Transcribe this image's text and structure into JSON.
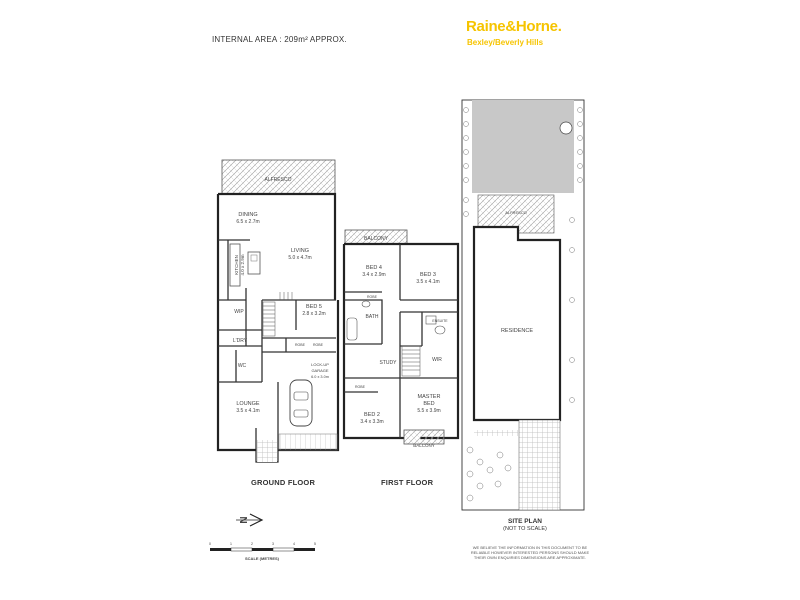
{
  "header": {
    "internal_area": "INTERNAL AREA : 209m² APPROX."
  },
  "brand": {
    "name": "Raine&Horne.",
    "office": "Bexley/Beverly Hills",
    "color": "#f6c400"
  },
  "floors": {
    "ground": {
      "label": "GROUND FLOOR",
      "rooms": {
        "alfresco": "ALFRESCO",
        "dining": "DINING",
        "dining_size": "6.5 x 2.7m",
        "kitchen": "KITCHEN",
        "kitchen_size": "4.0 x 2.9m",
        "living": "LIVING",
        "living_size": "5.0 x 4.7m",
        "bed5": "BED 5",
        "bed5_size": "2.8 x 3.2m",
        "wip": "WIP",
        "ldry": "L'DRY",
        "wc": "WC",
        "robe1": "ROBE",
        "robe2": "ROBE",
        "lockup": "LOCK-UP",
        "garage": "GARAGE",
        "garage_size": "6.0 x 3.0m",
        "lounge": "LOUNGE",
        "lounge_size": "3.5 x 4.1m"
      }
    },
    "first": {
      "label": "FIRST FLOOR",
      "rooms": {
        "balcony_top": "BALCONY",
        "bed4": "BED 4",
        "bed4_size": "3.4 x 2.9m",
        "bed3": "BED 3",
        "bed3_size": "3.5 x 4.1m",
        "robe_a": "ROBE",
        "bath": "BATH",
        "ensuite": "ENSUITE",
        "study": "STUDY",
        "wir": "WIR",
        "robe_b": "ROBE",
        "bed2": "BED 2",
        "bed2_size": "3.4 x 3.3m",
        "master": "MASTER",
        "master_bed": "BED",
        "master_size": "5.5 x 3.9m",
        "balcony_bottom": "BALCONY"
      }
    }
  },
  "site_plan": {
    "title": "SITE PLAN",
    "subtitle": "(NOT TO SCALE)",
    "alfresco": "ALFRESCO",
    "residence": "RESIDENCE"
  },
  "scale": {
    "label": "SCALE (METRES)",
    "ticks": [
      "0",
      "1",
      "2",
      "3",
      "4",
      "5"
    ]
  },
  "north": {
    "letter": "N"
  },
  "disclaimer": "WE BELIEVE THE INFORMATION IN THIS DOCUMENT TO BE RELIABLE HOWEVER INTERESTED PERSONS SHOULD MAKE THEIR OWN ENQUIRIES DIMENSIONS ARE APPROXIMATE."
}
